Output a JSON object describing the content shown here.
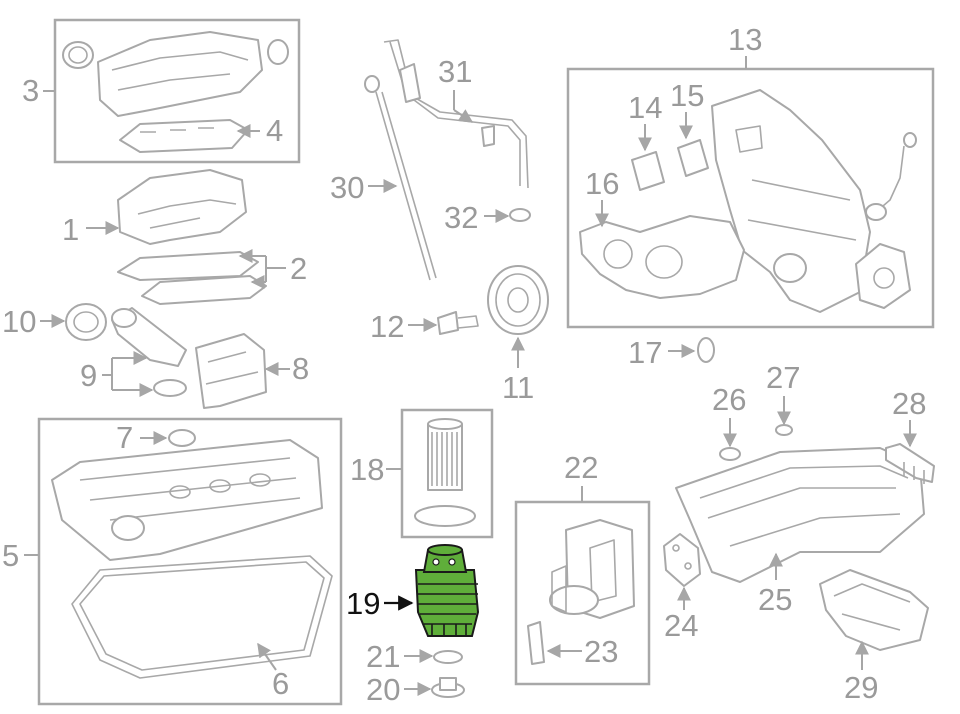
{
  "diagram": {
    "callouts": {
      "c1": "1",
      "c2": "2",
      "c3": "3",
      "c4": "4",
      "c5": "5",
      "c6": "6",
      "c7": "7",
      "c8": "8",
      "c9": "9",
      "c10": "10",
      "c11": "11",
      "c12": "12",
      "c13": "13",
      "c14": "14",
      "c15": "15",
      "c16": "16",
      "c17": "17",
      "c18": "18",
      "c19": "19",
      "c20": "20",
      "c21": "21",
      "c22": "22",
      "c23": "23",
      "c24": "24",
      "c25": "25",
      "c26": "26",
      "c27": "27",
      "c28": "28",
      "c29": "29",
      "c30": "30",
      "c31": "31",
      "c32": "32"
    },
    "highlight": {
      "part_callout": "19",
      "fill_color": "#5fae3a",
      "outline_color": "#1a1a1a"
    },
    "colors": {
      "line_gray": "#a6a6a6",
      "label_gray": "#9a9a9a"
    }
  }
}
